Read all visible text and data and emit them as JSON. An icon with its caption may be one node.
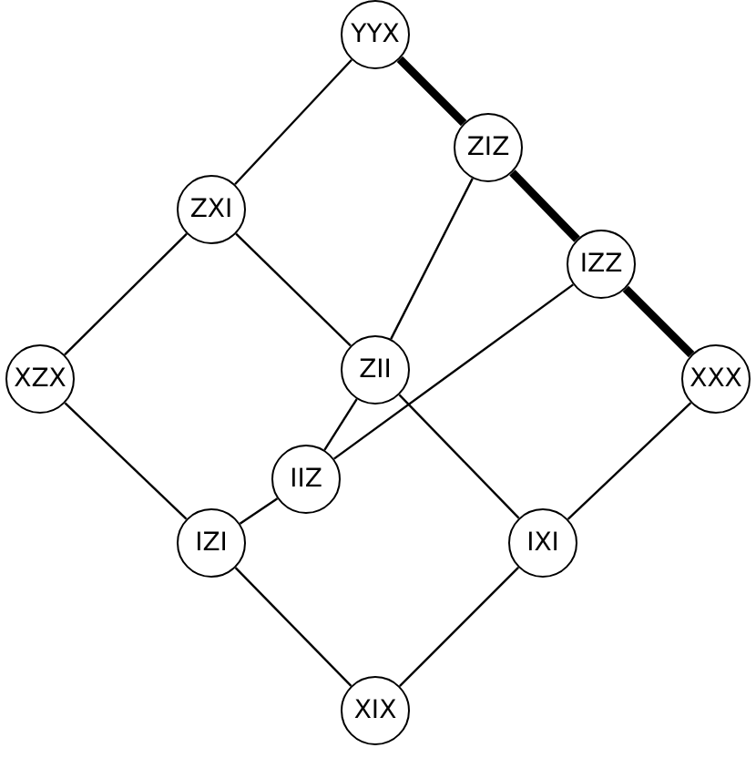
{
  "diagram": {
    "nodes": [
      {
        "text": [
          "YYX"
        ]
      },
      {
        "text": [
          "ZIZ"
        ]
      },
      {
        "text": [
          "ZXI"
        ]
      },
      {
        "text": [
          "IZZ"
        ]
      },
      {
        "text": [
          "XZX"
        ]
      },
      {
        "text": [
          "ZII"
        ]
      },
      {
        "text": [
          "XXX"
        ]
      },
      {
        "text": [
          "IIZ"
        ]
      },
      {
        "text": [
          "IZI"
        ]
      },
      {
        "text": [
          "IXI"
        ]
      },
      {
        "text": [
          "XIX"
        ]
      }
    ],
    "edges": [
      {
        "from": 0,
        "to": 2,
        "arrow": "none"
      },
      {
        "from": 0,
        "to": 1,
        "arrow": "none",
        "style": "thick"
      },
      {
        "from": 1,
        "to": 3,
        "arrow": "none",
        "style": "thick"
      },
      {
        "from": 3,
        "to": 6,
        "arrow": "none",
        "style": "thick"
      },
      {
        "from": 2,
        "to": 4,
        "arrow": "none"
      },
      {
        "from": 2,
        "to": 5,
        "arrow": "none"
      },
      {
        "from": 1,
        "to": 5,
        "arrow": "none"
      },
      {
        "from": 3,
        "to": 7,
        "arrow": "none"
      },
      {
        "from": 5,
        "to": 7,
        "arrow": "none"
      },
      {
        "from": 5,
        "to": 9,
        "arrow": "none"
      },
      {
        "from": 4,
        "to": 8,
        "arrow": "none"
      },
      {
        "from": 7,
        "to": 8,
        "arrow": "none"
      },
      {
        "from": 8,
        "to": 10,
        "arrow": "none"
      },
      {
        "from": 6,
        "to": 9,
        "arrow": "none"
      },
      {
        "from": 9,
        "to": 10,
        "arrow": "none"
      }
    ]
  }
}
